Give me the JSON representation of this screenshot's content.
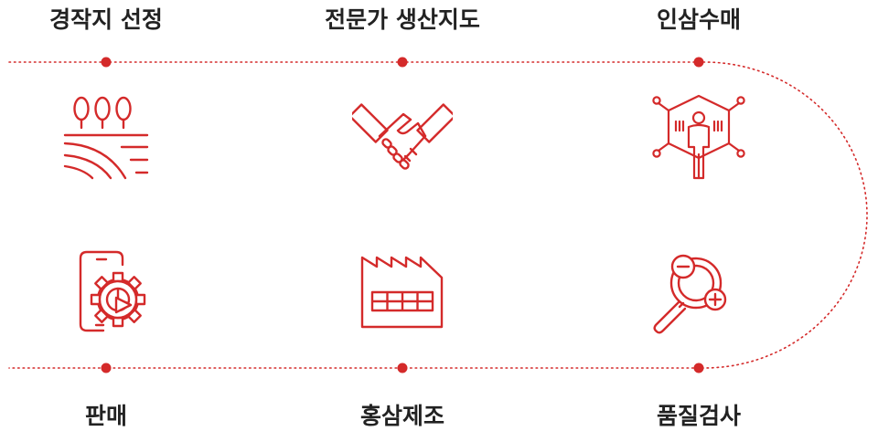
{
  "theme": {
    "accent": "#d42a2a",
    "text": "#222222"
  },
  "steps": [
    {
      "label": "경작지 선정",
      "icon": "farmland-icon"
    },
    {
      "label": "전문가 생산지도",
      "icon": "handshake-icon"
    },
    {
      "label": "인삼수매",
      "icon": "person-network-icon"
    },
    {
      "label": "품질검사",
      "icon": "magnifier-inspection-icon"
    },
    {
      "label": "홍삼제조",
      "icon": "factory-icon"
    },
    {
      "label": "판매",
      "icon": "phone-gear-chart-icon"
    }
  ]
}
